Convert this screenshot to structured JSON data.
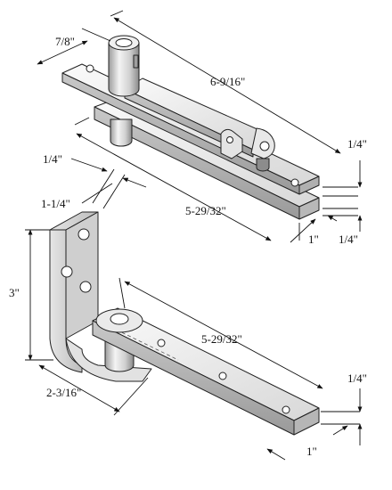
{
  "diagram": {
    "top_hinge": {
      "dimensions": {
        "pivot_offset": "7/8\"",
        "arm_length": "6-9/16\"",
        "plate_thickness_upper": "1/4\"",
        "plate_thickness_lower": "1/4\"",
        "plate_width": "1\"",
        "plate_length": "5-29/32\"",
        "side_offset": "1/4\""
      }
    },
    "bottom_hinge": {
      "dimensions": {
        "leg_width": "1-1/4\"",
        "leg_height": "3\"",
        "plate_length": "5-29/32\"",
        "plate_thickness": "1/4\"",
        "plate_width": "1\"",
        "base_depth": "2-3/16\""
      }
    }
  },
  "colors": {
    "metal_light": "#f2f2f2",
    "metal_mid": "#d9d9d9",
    "metal_dark": "#a6a6a6",
    "outline": "#222222"
  }
}
